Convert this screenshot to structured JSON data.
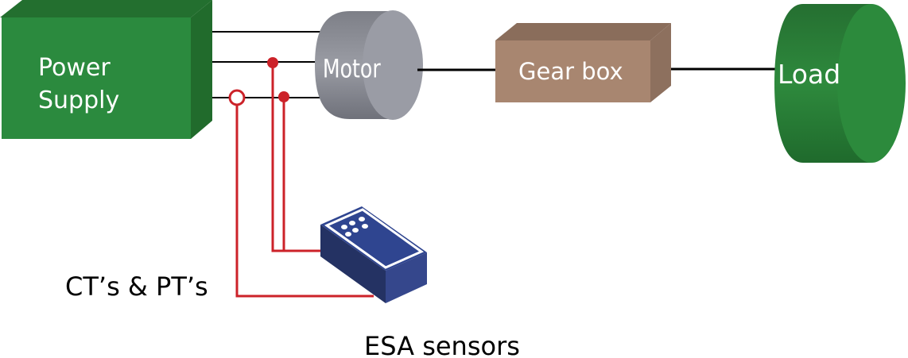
{
  "diagram": {
    "title": "",
    "components": {
      "power_supply": {
        "label_line1": "Power",
        "label_line2": "Supply",
        "color": "#2b8a3e"
      },
      "motor": {
        "label": "Motor",
        "color": "#8e9099"
      },
      "gearbox": {
        "label": "Gear box",
        "color": "#a88670"
      },
      "load": {
        "label": "Load",
        "color": "#2b8a3e"
      },
      "esa_sensor": {
        "label": "ESA sensors",
        "color": "#2f4590"
      }
    },
    "annotations": {
      "transformers": "CT’s & PT’s"
    },
    "colors": {
      "power_wire": "#000000",
      "sensor_wire": "#cc2229",
      "shaft": "#000000"
    }
  }
}
